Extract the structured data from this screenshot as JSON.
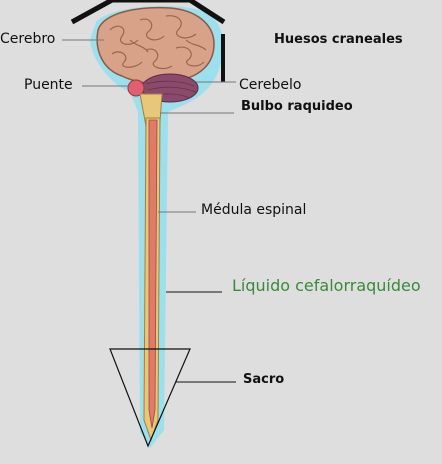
{
  "labels": {
    "cerebro": "Cerebro",
    "huesos_craneales": "Huesos craneales",
    "puente": "Puente",
    "cerebelo": "Cerebelo",
    "bulbo_raquideo": "Bulbo raquideo",
    "medula_espinal": "Médula espinal",
    "liquido": "Líquido cefalorraquídeo",
    "sacro": "Sacro"
  },
  "colors": {
    "background": "#dedede",
    "csf_glow": "#8fe0ee",
    "brain": "#d8a288",
    "cerebellum": "#8a4a6a",
    "spinal_cord": "#e07a6a",
    "bone": "#e8c878",
    "label_green": "#3a8a3a"
  }
}
